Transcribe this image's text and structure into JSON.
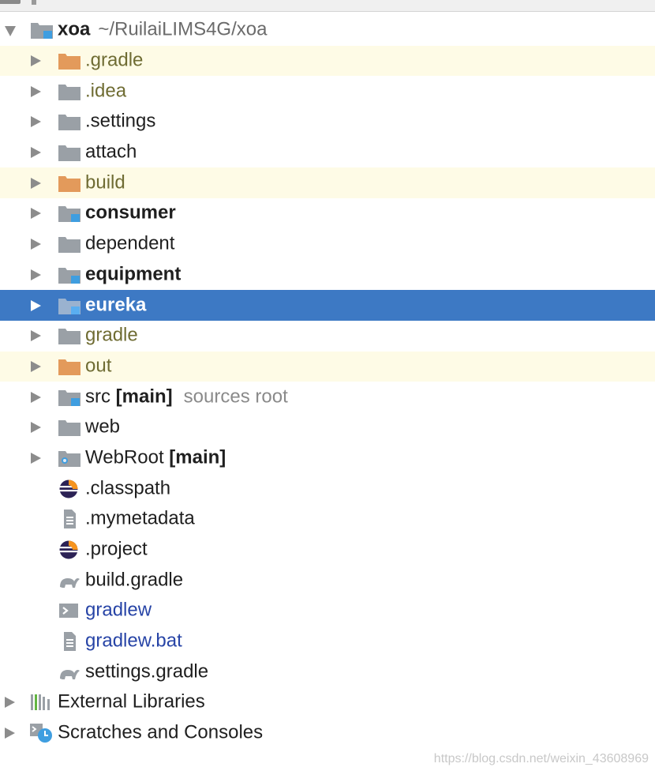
{
  "project_tree": {
    "root": {
      "name": "xoa",
      "path": "~/RuilaiLIMS4G/xoa"
    },
    "items": [
      {
        "label": ".gradle",
        "extra": "",
        "hint": ""
      },
      {
        "label": ".idea",
        "extra": "",
        "hint": ""
      },
      {
        "label": ".settings",
        "extra": "",
        "hint": ""
      },
      {
        "label": "attach",
        "extra": "",
        "hint": ""
      },
      {
        "label": "build",
        "extra": "",
        "hint": ""
      },
      {
        "label": "consumer",
        "extra": "",
        "hint": ""
      },
      {
        "label": "dependent",
        "extra": "",
        "hint": ""
      },
      {
        "label": "equipment",
        "extra": "",
        "hint": ""
      },
      {
        "label": "eureka",
        "extra": "",
        "hint": ""
      },
      {
        "label": "gradle",
        "extra": "",
        "hint": ""
      },
      {
        "label": "out",
        "extra": "",
        "hint": ""
      },
      {
        "label": "src",
        "extra": "[main]",
        "hint": "sources root"
      },
      {
        "label": "web",
        "extra": "",
        "hint": ""
      },
      {
        "label": "WebRoot",
        "extra": "[main]",
        "hint": ""
      },
      {
        "label": ".classpath",
        "extra": "",
        "hint": ""
      },
      {
        "label": ".mymetadata",
        "extra": "",
        "hint": ""
      },
      {
        "label": ".project",
        "extra": "",
        "hint": ""
      },
      {
        "label": "build.gradle",
        "extra": "",
        "hint": ""
      },
      {
        "label": "gradlew",
        "extra": "",
        "hint": ""
      },
      {
        "label": "gradlew.bat",
        "extra": "",
        "hint": ""
      },
      {
        "label": "settings.gradle",
        "extra": "",
        "hint": ""
      }
    ],
    "external_libraries": "External Libraries",
    "scratches": "Scratches and Consoles",
    "selected_item": "eureka"
  },
  "icons": {
    "folder": "folder-icon",
    "excluded_folder": "excluded-folder-icon",
    "module": "module-folder-icon",
    "web_folder": "web-folder-icon",
    "eclipse_file": "eclipse-icon",
    "text_file": "text-file-icon",
    "gradle_file": "gradle-elephant-icon",
    "shell_script": "shell-script-icon",
    "libraries": "libraries-icon",
    "scratches": "scratches-icon"
  },
  "colors": {
    "selection": "#3d79c4",
    "excluded_row": "#fefbe6",
    "excluded_folder": "#e39a5b",
    "module_badge": "#3f9ee0",
    "link_blue": "#2744a6"
  },
  "watermark": "https://blog.csdn.net/weixin_43608969"
}
